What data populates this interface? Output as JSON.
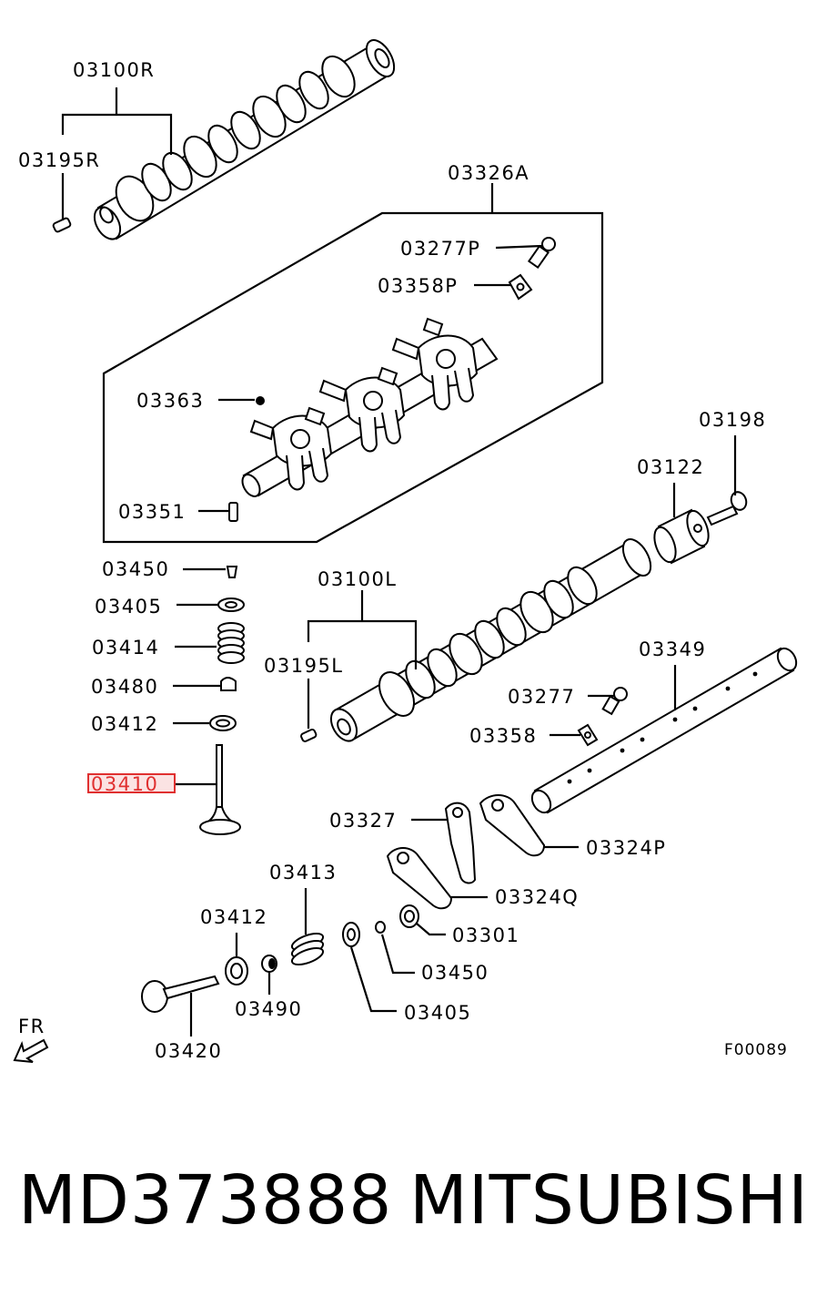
{
  "diagram": {
    "callouts": [
      {
        "id": "c-03100R",
        "text": "03100R"
      },
      {
        "id": "c-03195R",
        "text": "03195R"
      },
      {
        "id": "c-03326A",
        "text": "03326A"
      },
      {
        "id": "c-03277P",
        "text": "03277P"
      },
      {
        "id": "c-03358P",
        "text": "03358P"
      },
      {
        "id": "c-03363",
        "text": "03363"
      },
      {
        "id": "c-03351",
        "text": "03351"
      },
      {
        "id": "c-03198",
        "text": "03198"
      },
      {
        "id": "c-03122",
        "text": "03122"
      },
      {
        "id": "c-03450a",
        "text": "03450"
      },
      {
        "id": "c-03405a",
        "text": "03405"
      },
      {
        "id": "c-03414",
        "text": "03414"
      },
      {
        "id": "c-03480",
        "text": "03480"
      },
      {
        "id": "c-03412a",
        "text": "03412"
      },
      {
        "id": "c-03410",
        "text": "03410"
      },
      {
        "id": "c-03100L",
        "text": "03100L"
      },
      {
        "id": "c-03195L",
        "text": "03195L"
      },
      {
        "id": "c-03349",
        "text": "03349"
      },
      {
        "id": "c-03277",
        "text": "03277"
      },
      {
        "id": "c-03358",
        "text": "03358"
      },
      {
        "id": "c-03327",
        "text": "03327"
      },
      {
        "id": "c-03324P",
        "text": "03324P"
      },
      {
        "id": "c-03324Q",
        "text": "03324Q"
      },
      {
        "id": "c-03413",
        "text": "03413"
      },
      {
        "id": "c-03412b",
        "text": "03412"
      },
      {
        "id": "c-03301",
        "text": "03301"
      },
      {
        "id": "c-03450b",
        "text": "03450"
      },
      {
        "id": "c-03490",
        "text": "03490"
      },
      {
        "id": "c-03405b",
        "text": "03405"
      },
      {
        "id": "c-03420",
        "text": "03420"
      }
    ],
    "highlighted_callout": "03410",
    "highlight_color": "#e03030",
    "direction_label": "FR",
    "figure_code": "F00089"
  },
  "footer": {
    "part_number": "MD373888",
    "brand": "MITSUBISHI"
  }
}
